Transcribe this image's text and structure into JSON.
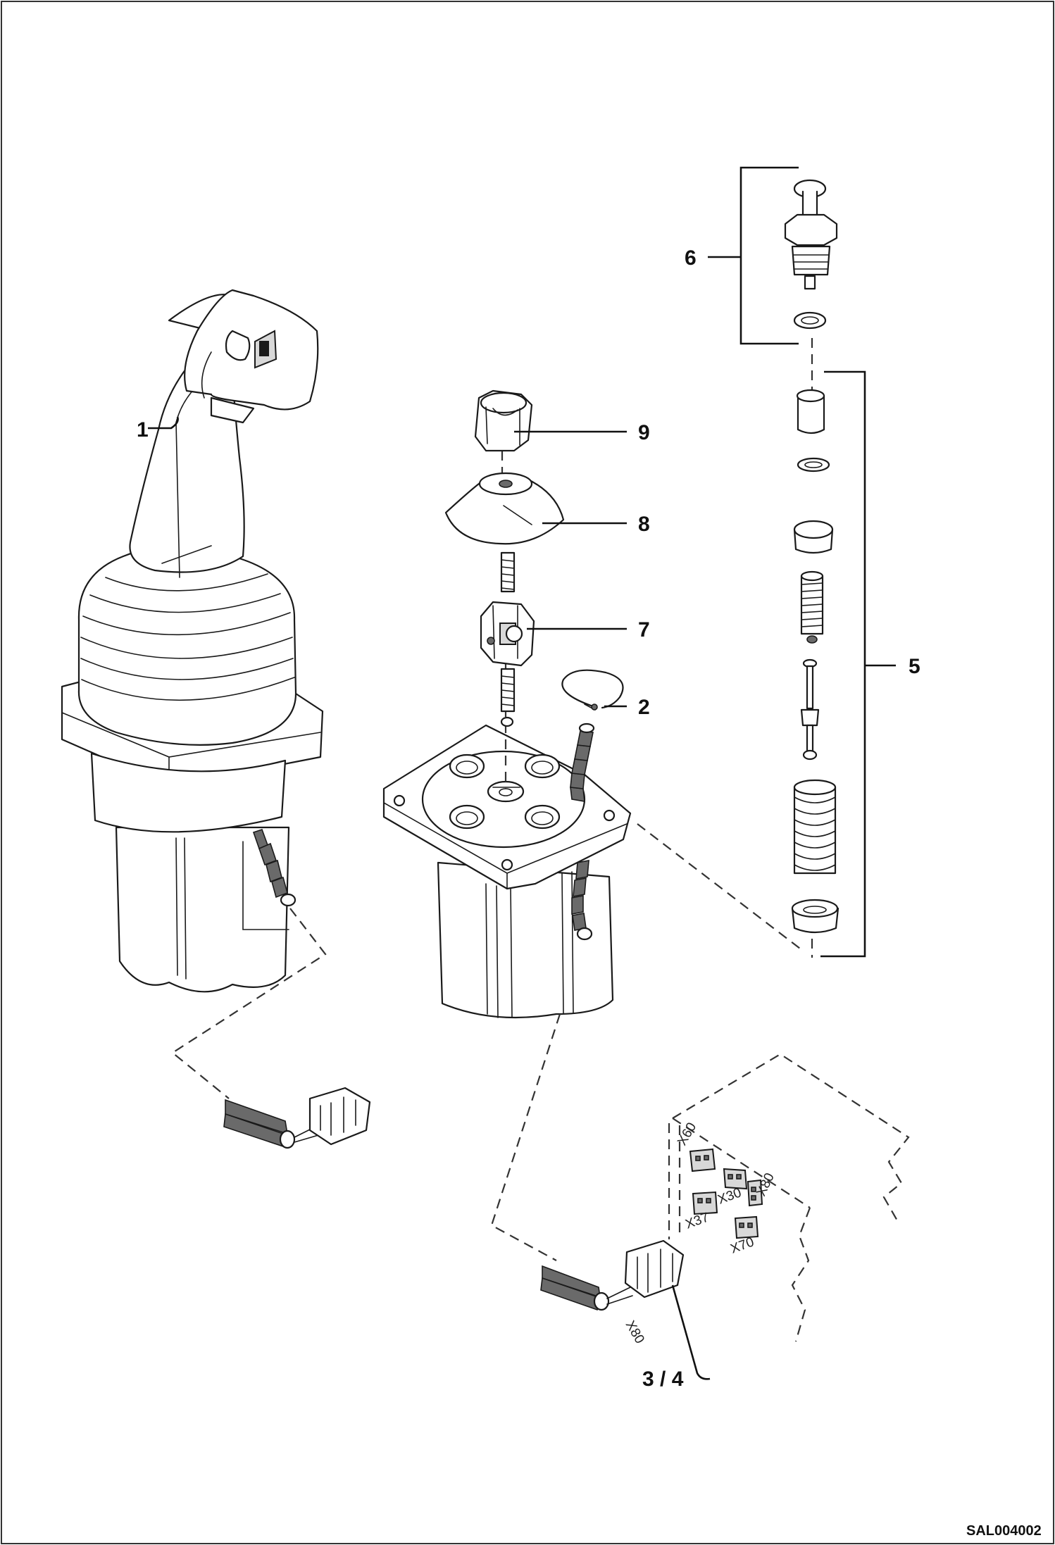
{
  "diagram": {
    "drawing_id": "SAL004002",
    "callouts": {
      "c1": "1",
      "c2": "2",
      "c34": "3 / 4",
      "c5": "5",
      "c6": "6",
      "c7": "7",
      "c8": "8",
      "c9": "9"
    },
    "connector_labels": {
      "x60": "X60",
      "x30": "X30",
      "x80_top": "X80",
      "x37": "X37",
      "x70": "X70",
      "x80_plug": "X80"
    }
  }
}
